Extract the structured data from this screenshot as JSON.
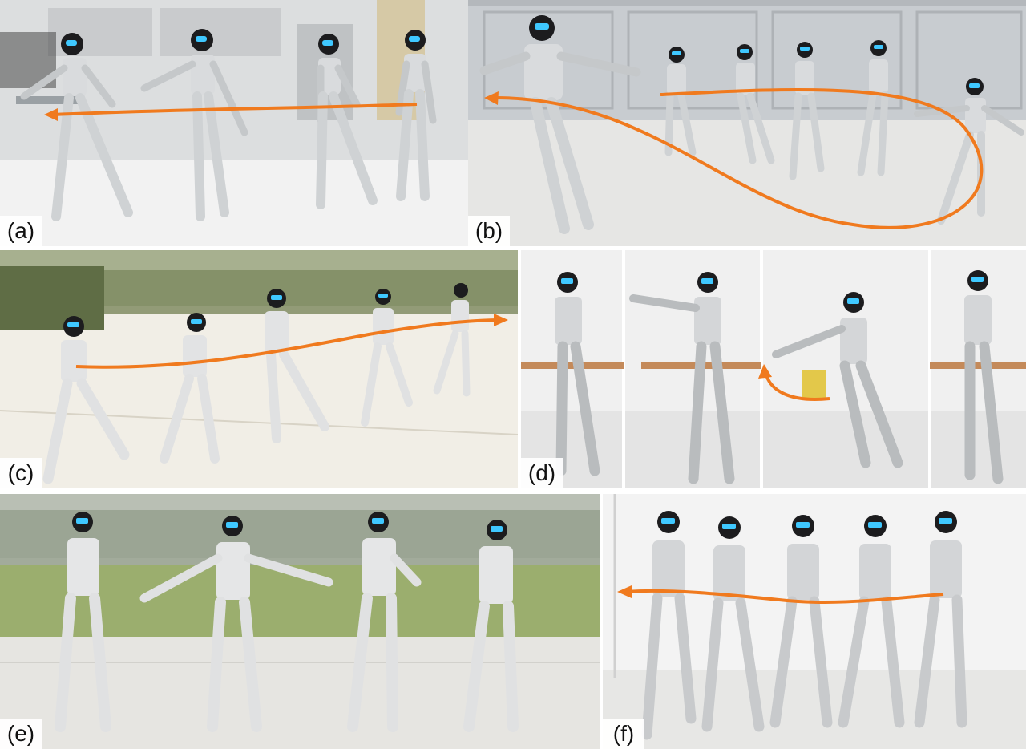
{
  "panels": [
    {
      "id": "a",
      "label": "(a)"
    },
    {
      "id": "b",
      "label": "(b)"
    },
    {
      "id": "c",
      "label": "(c)"
    },
    {
      "id": "d",
      "label": "(d)"
    },
    {
      "id": "e",
      "label": "(e)"
    },
    {
      "id": "f",
      "label": "(f)"
    }
  ],
  "colors": {
    "trajectory_arrow": "#f07a1e",
    "robot_body": "#d9dbdd",
    "robot_joint": "#1c1c1e",
    "visor_glow": "#3fc8ff"
  }
}
